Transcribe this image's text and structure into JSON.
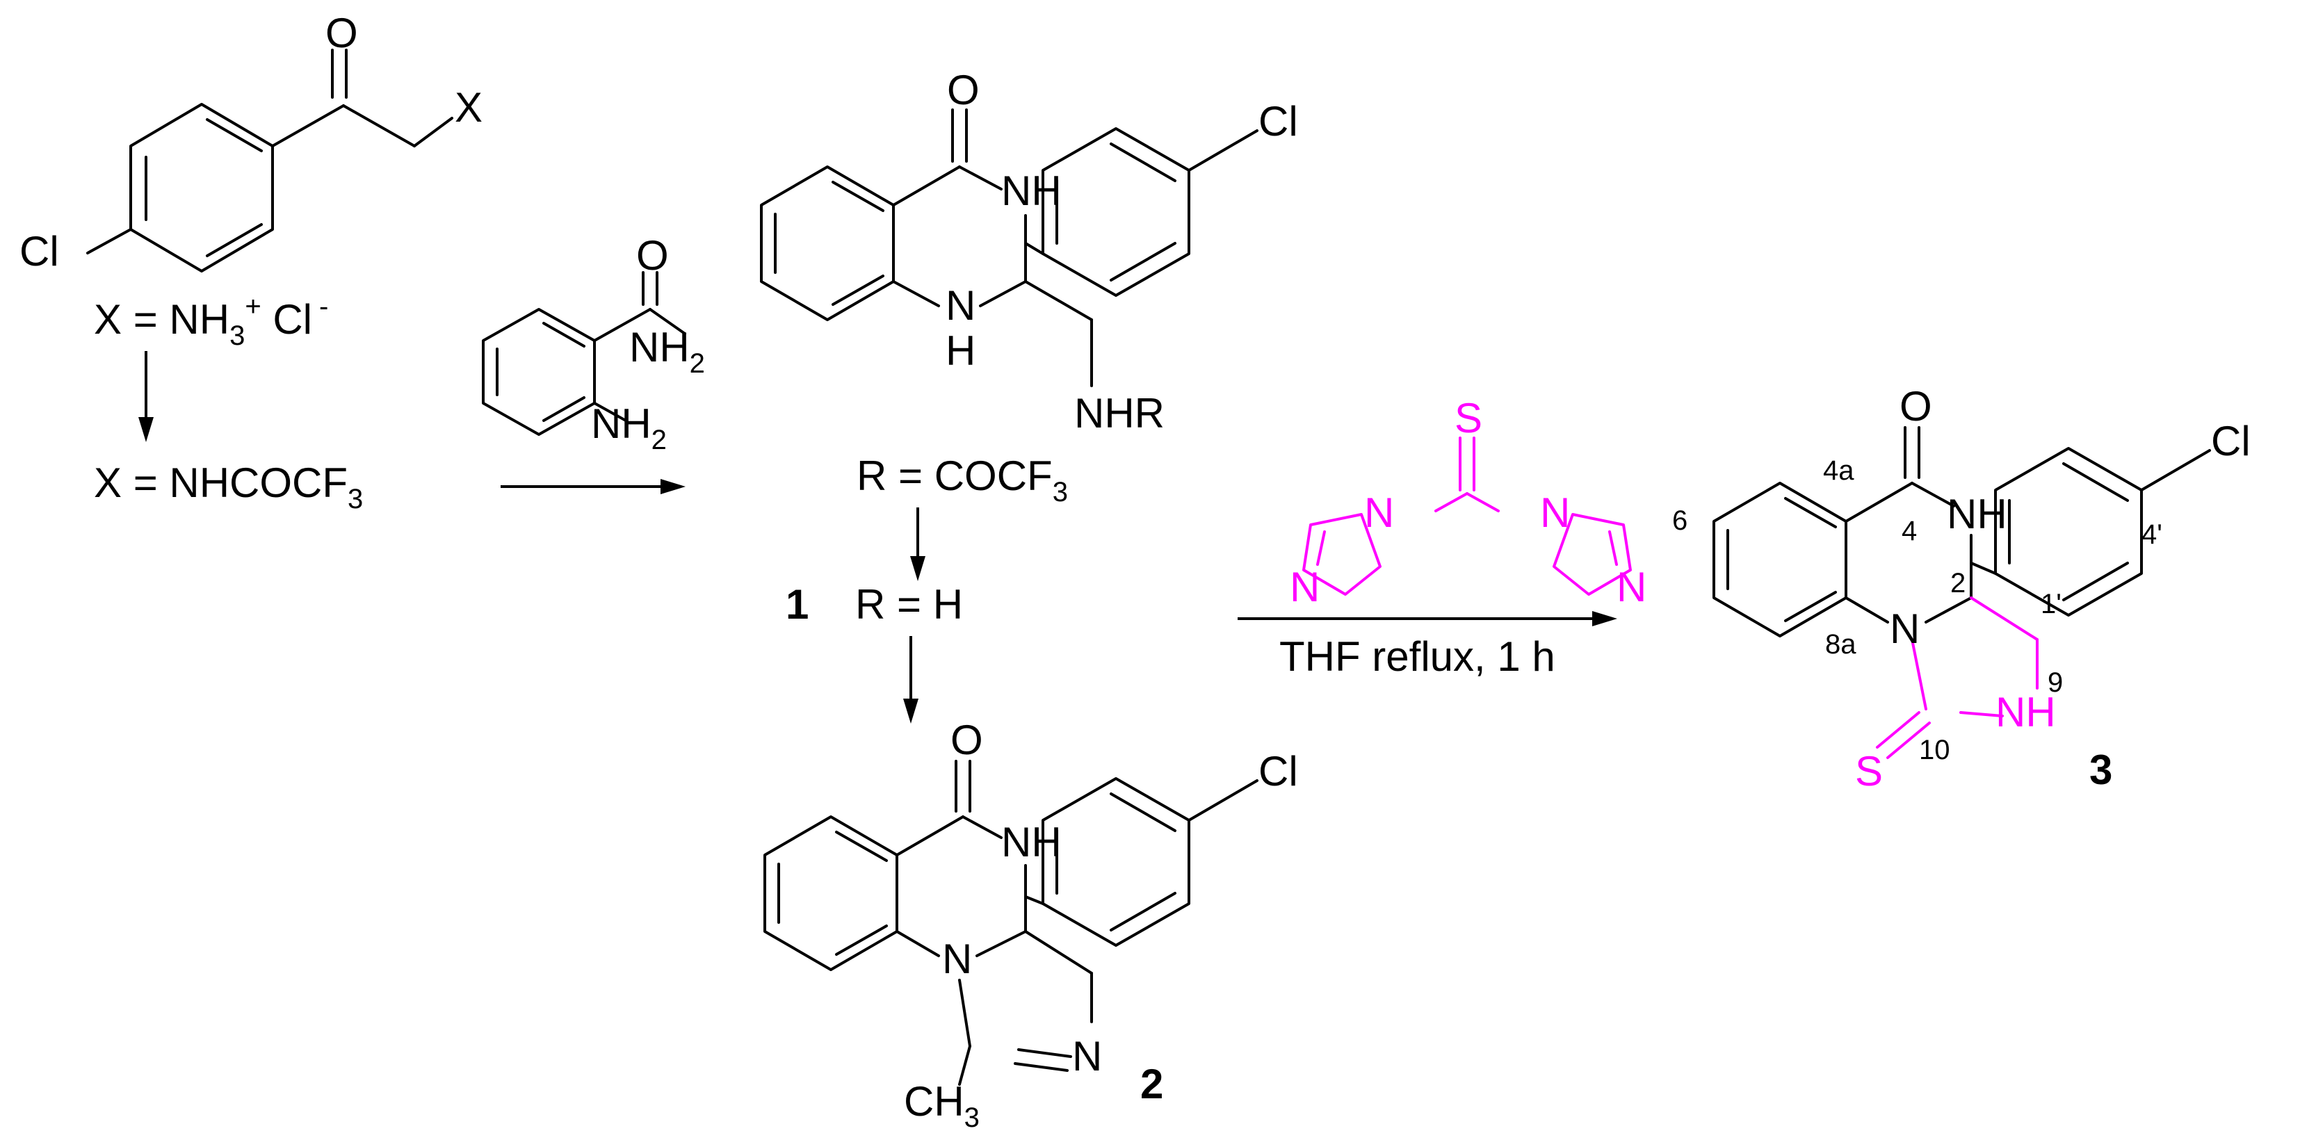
{
  "colors": {
    "ink": "#000000",
    "highlight": "#ff00ff",
    "background": "#ffffff"
  },
  "start": {
    "O": "O",
    "X": "X",
    "Cl": "Cl",
    "salt": {
      "prefix": "X = NH",
      "sub": "3",
      "sup": "+",
      "suffix": " Cl",
      "charge": "-"
    },
    "protected": {
      "prefix": "X = NHCOCF",
      "sub": "3"
    }
  },
  "reagent1": {
    "O": "O",
    "NH2_top": "NH",
    "NH2_top_sub": "2",
    "NH2_bot": "NH",
    "NH2_bot_sub": "2"
  },
  "compound1": {
    "O": "O",
    "NH_top": "NH",
    "N_bottom": "N",
    "H_bottom": "H",
    "NHR": "NHR",
    "Cl": "Cl",
    "r_label": {
      "prefix": "R = COCF",
      "sub": "3"
    },
    "number": "1",
    "r_h": "R = H"
  },
  "compound2": {
    "O": "O",
    "NH": "NH",
    "N_ring": "N",
    "N_imine": "N",
    "CH3": "CH",
    "CH3_sub": "3",
    "Cl": "Cl",
    "number": "2"
  },
  "reagent2": {
    "S": "S",
    "N1": "N",
    "N2": "N",
    "N3": "N",
    "N4": "N",
    "conditions": "THF reflux, 1 h"
  },
  "compound3": {
    "O": "O",
    "NH": "NH",
    "N": "N",
    "NH_ring": "NH",
    "S": "S",
    "Cl": "Cl",
    "pos_4a": "4a",
    "pos_4": "4",
    "pos_6": "6",
    "pos_2": "2",
    "pos_8a": "8a",
    "pos_9": "9",
    "pos_10": "10",
    "pos_1p": "1'",
    "pos_4p": "4'",
    "number": "3"
  }
}
